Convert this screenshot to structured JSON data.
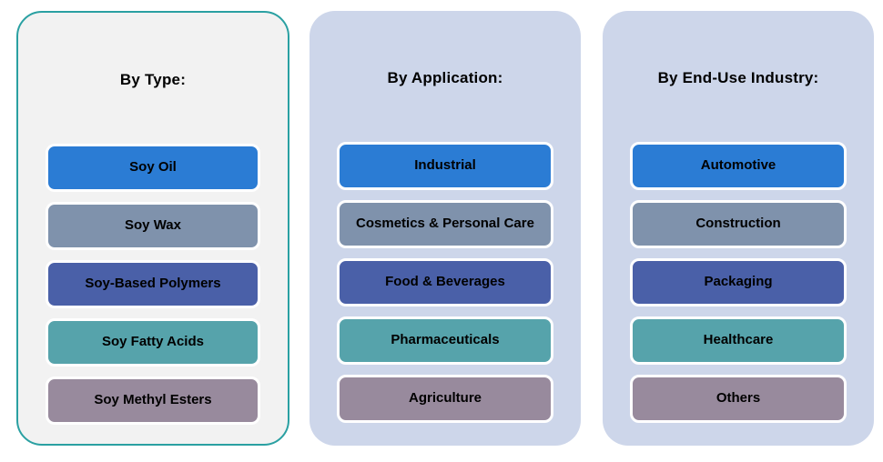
{
  "panels": [
    {
      "title": "By Type:",
      "items": [
        "Soy Oil",
        "Soy Wax",
        "Soy-Based Polymers",
        "Soy Fatty Acids",
        "Soy Methyl Esters"
      ]
    },
    {
      "title": "By Application:",
      "items": [
        "Industrial",
        "Cosmetics & Personal Care",
        "Food & Beverages",
        "Pharmaceuticals",
        "Agriculture"
      ]
    },
    {
      "title": "By End-Use Industry:",
      "items": [
        "Automotive",
        "Construction",
        "Packaging",
        "Healthcare",
        "Others"
      ]
    }
  ],
  "colors": {
    "canvas_bg": "#ffffff",
    "panel_type_bg": "#f2f2f2",
    "panel_type_border": "#2aa0a2",
    "panel_alt_bg": "#cdd6ea",
    "item_border": "#ffffff",
    "text": "#000000",
    "item_row_colors": [
      "#2b7cd4",
      "#7f92ac",
      "#4a60a8",
      "#56a3ab",
      "#988a9d"
    ]
  }
}
